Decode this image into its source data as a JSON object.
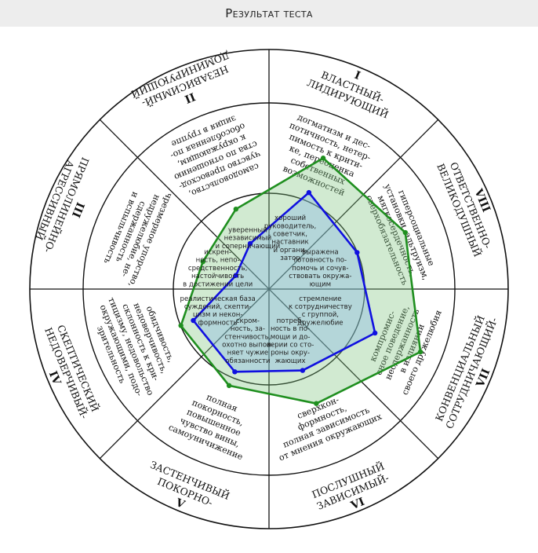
{
  "page_title": "Результат теста",
  "colors": {
    "outline": "#111111",
    "green_line": "#1f8f1f",
    "green_fill": "#7cc47c",
    "blue_line": "#1010e0",
    "blue_fill": "#7fb3e8"
  },
  "octants": [
    {
      "numeral": "I",
      "name": [
        "ВЛАСТНЫЙ-",
        "ЛИДИРУЮЩИЙ"
      ],
      "traits": [
        "догматизм и дес-",
        "потичность, нетер-",
        "пимость к крити-",
        "ке, переоценка",
        "собственных",
        "возможностей"
      ],
      "inner": [
        "хороший",
        "руководитель,",
        "советчик,",
        "наставник",
        "и органи-",
        "затор"
      ]
    },
    {
      "numeral": "VIII",
      "name": [
        "ОТВЕТСТВЕННО-",
        "ВЕЛИКОДУШНЫЙ"
      ],
      "traits": [
        "гиперсоциальные",
        "установки, альтруизм,",
        "мягкосердечность,",
        "сверхобязательность"
      ],
      "inner": [
        "выраженa",
        "готовность по-",
        "помочь и сочув-",
        "ствовать окружа-",
        "ющим"
      ]
    },
    {
      "numeral": "VII",
      "name": [
        "СОТРУДНИЧАЮЩИЙ-",
        "КОНВЕНЦИАЛЬНЫЙ"
      ],
      "traits": [
        "компромис-",
        "сное поведение,",
        "несдержанность",
        "в излиянии",
        "своего дружелюбия"
      ],
      "inner": [
        "стремление",
        "к сотрудничеству",
        "с группой,",
        "дружелюбие"
      ]
    },
    {
      "numeral": "VI",
      "name": [
        "ЗАВИСИМЫЙ-",
        "ПОСЛУШНЫЙ"
      ],
      "traits": [
        "сверхкон-",
        "формность,",
        "полная зависимость",
        "от мнения окружающих"
      ],
      "inner": [
        "потреб-",
        "ность в по-",
        "мощи и до-",
        "верии со сто-",
        "роны окру-",
        "жающих"
      ]
    },
    {
      "numeral": "V",
      "name": [
        "ПОКОРНО-",
        "ЗАСТЕНЧИВЫЙ"
      ],
      "traits": [
        "полная",
        "покорность,",
        "повышенное",
        "чувство вины,",
        "самоуничижение"
      ],
      "inner": [
        "скром-",
        "ность, за-",
        "стенчивость,",
        "охотно выпол-",
        "няет чужие",
        "обязанности"
      ]
    },
    {
      "numeral": "IV",
      "name": [
        "НЕДОВЕРЧИВЫЙ-",
        "СКЕПТИЧЕСКИЙ"
      ],
      "traits": [
        "обидчивость,",
        "недоверчивость,",
        "склонность к кри-",
        "тицизму, недовольство",
        "окружающими, подо-",
        "зрительность"
      ],
      "inner": [
        "реалистическая база",
        "суждений, скепти-",
        "цизм и некон-",
        "формность"
      ]
    },
    {
      "numeral": "III",
      "name": [
        "ПРЯМОЛИНЕЙНО-",
        "АГРЕССИВНЫЙ"
      ],
      "traits": [
        "чрезмерное упорство,",
        "недружелюбие, не-",
        "сдержанность",
        "и вспыльчивость"
      ],
      "inner": [
        "искрен-",
        "ность, непо-",
        "средственность,",
        "настойчивость",
        "в достижении цели"
      ]
    },
    {
      "numeral": "II",
      "name": [
        "НЕЗАВИСИМЫЙ-",
        "ДОМИНИРУЮЩИЙ"
      ],
      "traits": [
        "самодовольство,",
        "чувство превосход-",
        "ства по отношению",
        "к окружающим,",
        "обособленная по-",
        "зиция в группе"
      ],
      "inner": [
        "уверенный",
        "независимый",
        "и соперничающий"
      ]
    }
  ],
  "profiles": [
    {
      "color_key": "green",
      "values": [
        0.95,
        0.99,
        1.1,
        0.83,
        0.7,
        0.64,
        0.48,
        0.58
      ]
    },
    {
      "color_key": "blue",
      "values": [
        0.7,
        0.64,
        0.77,
        0.59,
        0.6,
        0.55,
        0.24,
        0.33
      ]
    }
  ]
}
